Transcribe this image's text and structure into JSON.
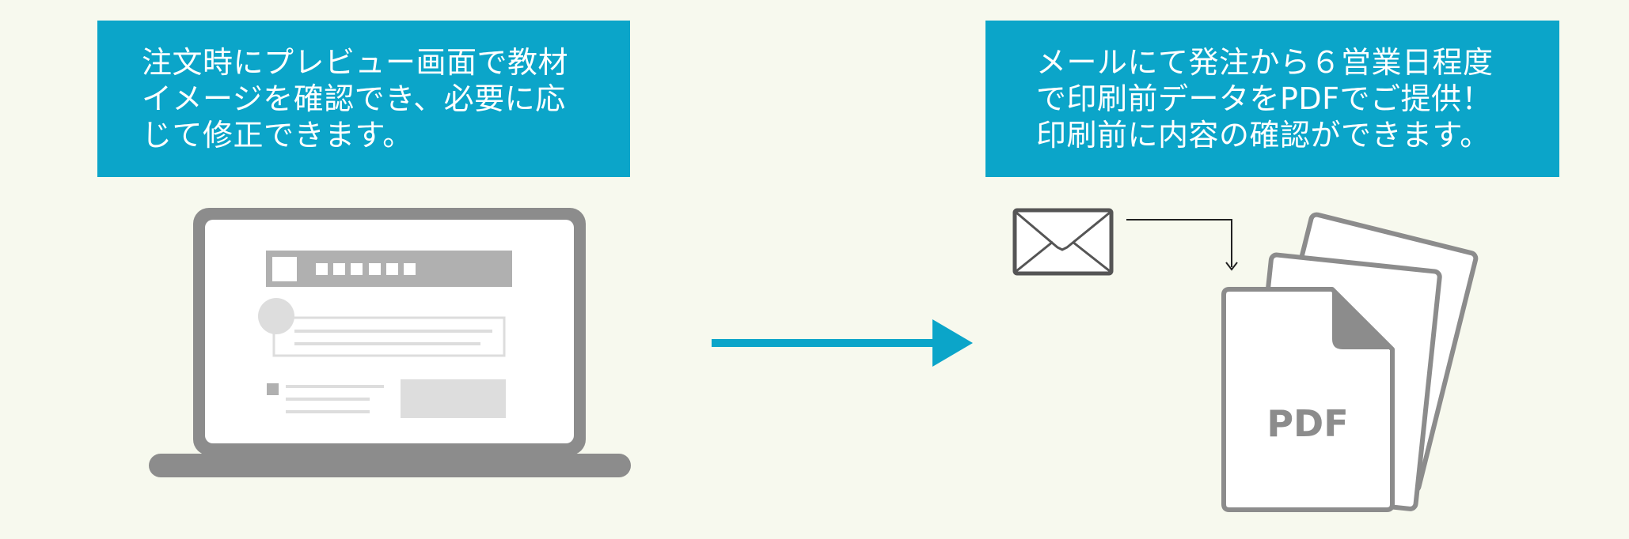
{
  "left_panel": {
    "caption_lines": [
      "注文時にプレビュー画面で教材",
      "イメージを確認でき、必要に応",
      "じて修正できます。"
    ]
  },
  "right_panel": {
    "caption_lines": [
      "メールにて発注から６営業日程度",
      "で印刷前データをPDFでご提供！",
      "印刷前に内容の確認ができます。"
    ]
  },
  "pdf_stack": {
    "label": "PDF"
  },
  "colors": {
    "background": "#f7f9ee",
    "accent": "#0ba5c9",
    "device_gray": "#8c8c8c",
    "light_gray": "#dddddd"
  },
  "icons": {
    "device": "laptop-icon",
    "flow": "arrow-right-icon",
    "mail": "envelope-icon",
    "documents": "pdf-document-icon"
  }
}
